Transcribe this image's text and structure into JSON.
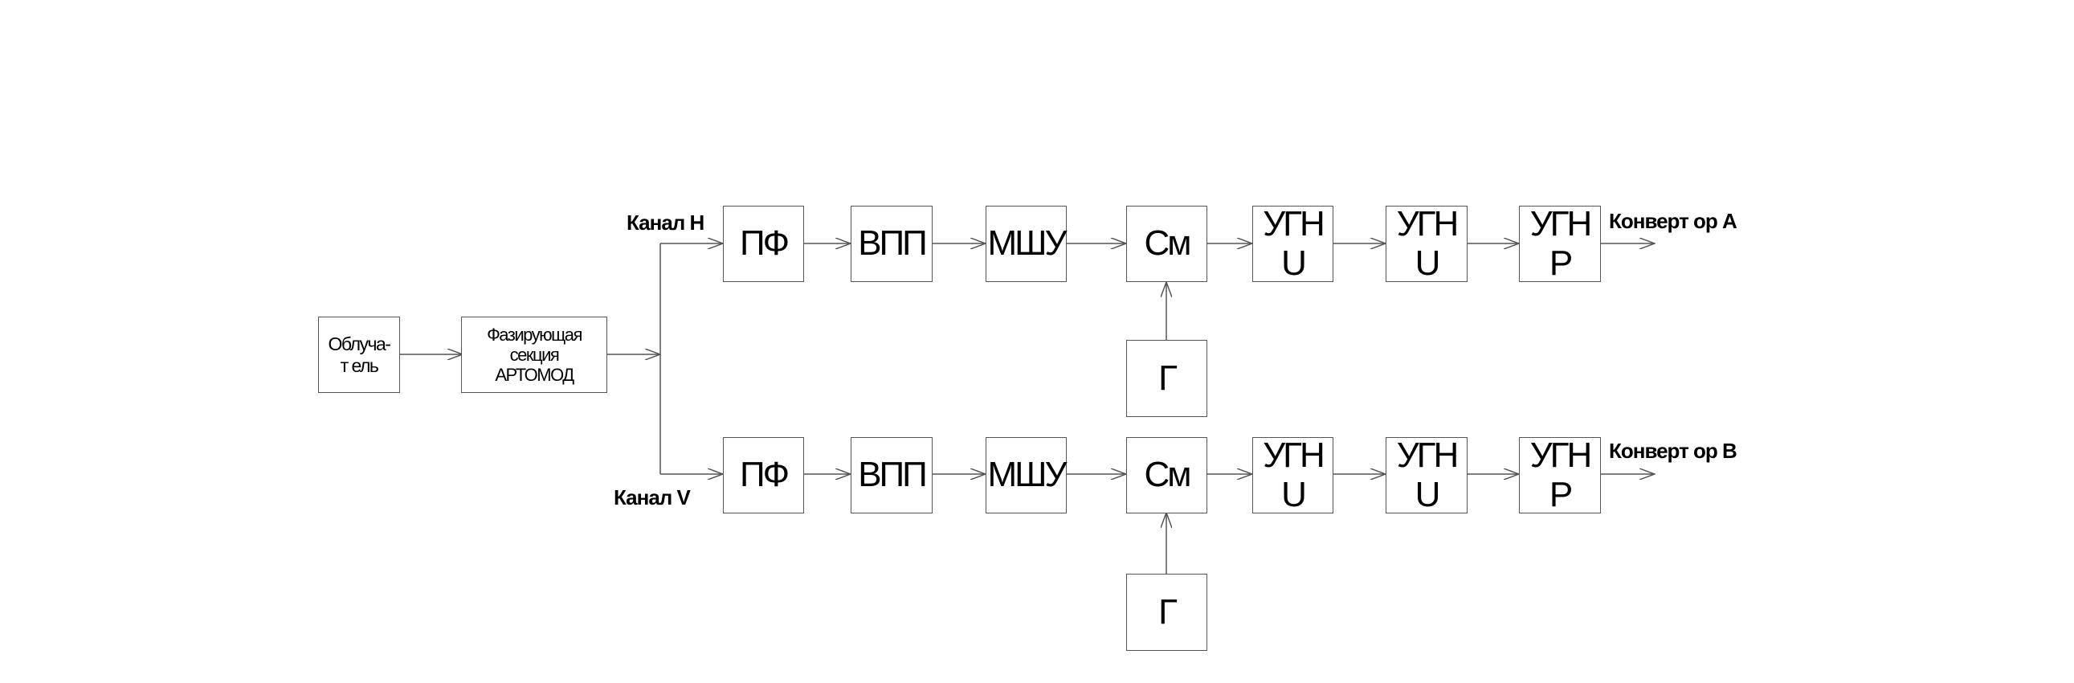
{
  "blocks": {
    "irradiator": "Облуча-\nт ель",
    "phasing": "Фазирующая\nсекция\nАРТОМОД",
    "h": {
      "pf": "ПФ",
      "vpp": "ВПП",
      "mshu": "МШУ",
      "sm": "См",
      "gen": "Г",
      "ugn1": "УГН\nU",
      "ugn2": "УГН\nU",
      "ugn3": "УГН\nP"
    },
    "v": {
      "pf": "ПФ",
      "vpp": "ВПП",
      "mshu": "МШУ",
      "sm": "См",
      "gen": "Г",
      "ugn1": "УГН\nU",
      "ugn2": "УГН\nU",
      "ugn3": "УГН\nP"
    }
  },
  "labels": {
    "channel_h": "Канал H",
    "channel_v": "Канал V",
    "converter_a": "Конверт ор A",
    "converter_b": "Конверт ор B"
  },
  "colors": {
    "line": "#555555",
    "text": "#000000"
  }
}
